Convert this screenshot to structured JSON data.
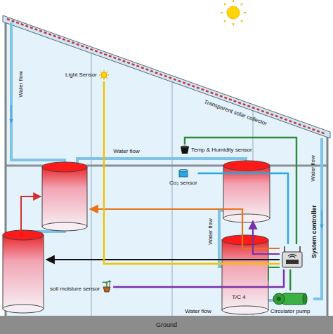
{
  "diagram": {
    "nodes": [
      {
        "text": [
          "Light Sensor"
        ]
      },
      {
        "text": [
          "Temp & Humidity sensor"
        ]
      },
      {
        "text": [
          "Co₂ sensor"
        ]
      },
      {
        "text": [
          "soil moisture sensor"
        ]
      },
      {
        "text": [
          "System controller"
        ]
      },
      {
        "text": [
          "Circulator pump"
        ]
      }
    ],
    "edges": [
      {
        "from": 0,
        "to": 4,
        "arrow": "none"
      },
      {
        "from": 1,
        "to": 4,
        "arrow": "none"
      },
      {
        "from": 2,
        "to": 4,
        "arrow": "none"
      },
      {
        "from": 3,
        "to": 4,
        "arrow": "none"
      },
      {
        "from": 4,
        "to": 5,
        "arrow": "none"
      }
    ],
    "labels": [
      "Transparent solar collector",
      "Water flow",
      "Water flow",
      "Water flow",
      "Water flow",
      "Water flow",
      "T/C 4",
      "Ground"
    ]
  }
}
